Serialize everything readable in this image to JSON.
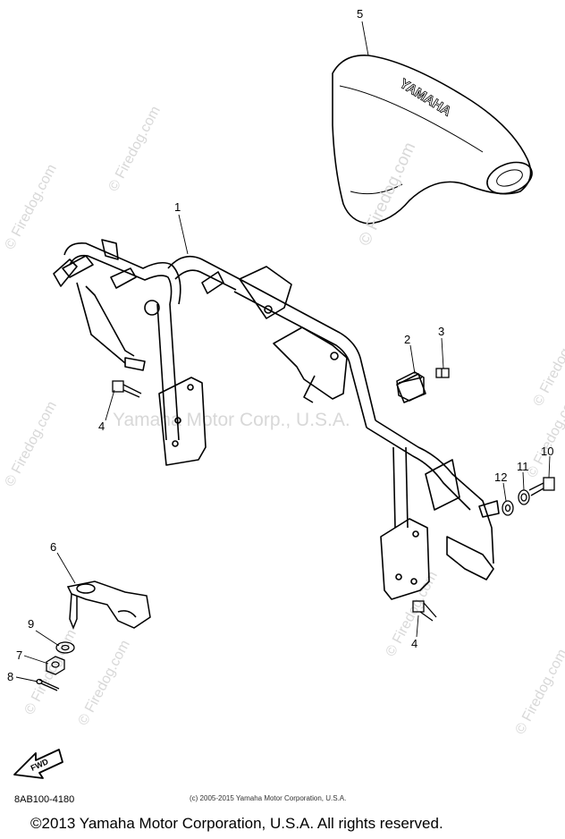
{
  "watermarks": {
    "center": "Yamaha Motor Corp., U.S.A.",
    "side_repeat": "© Firedog.com"
  },
  "callouts": [
    "1",
    "2",
    "3",
    "4",
    "4",
    "5",
    "6",
    "7",
    "8",
    "9",
    "10",
    "11",
    "12"
  ],
  "seat_logo": "YAMAHA",
  "fwd_label": "FWD",
  "part_code": "8AB100-4180",
  "copyright_small": "(c) 2005-2015 Yamaha Motor Corporation, U.S.A.",
  "copyright_main": "©2013 Yamaha Motor Corporation, U.S.A. All rights reserved."
}
